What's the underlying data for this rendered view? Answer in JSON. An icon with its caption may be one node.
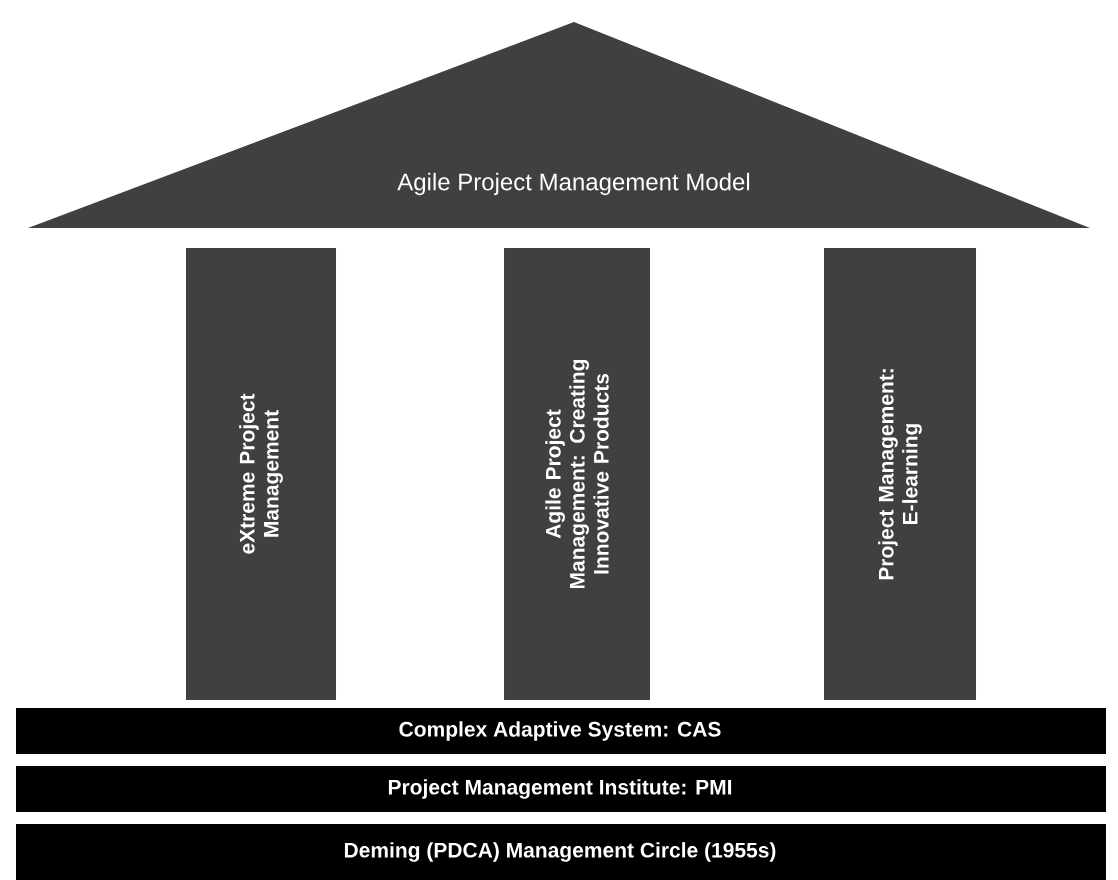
{
  "diagram": {
    "nodes": [
      {
        "text": [
          "Agile Project Management Model"
        ]
      },
      {
        "text": [
          "eXtreme Project Management"
        ]
      },
      {
        "text": [
          "Agile Project Management: Creating Innovative Products"
        ]
      },
      {
        "text": [
          "Project Management: E-learning"
        ]
      },
      {
        "text": [
          "Complex Adaptive System: CAS"
        ]
      },
      {
        "text": [
          "Project Management Institute: PMI"
        ]
      },
      {
        "text": [
          "Deming (PDCA) Management Circle (1955s)"
        ]
      }
    ]
  }
}
